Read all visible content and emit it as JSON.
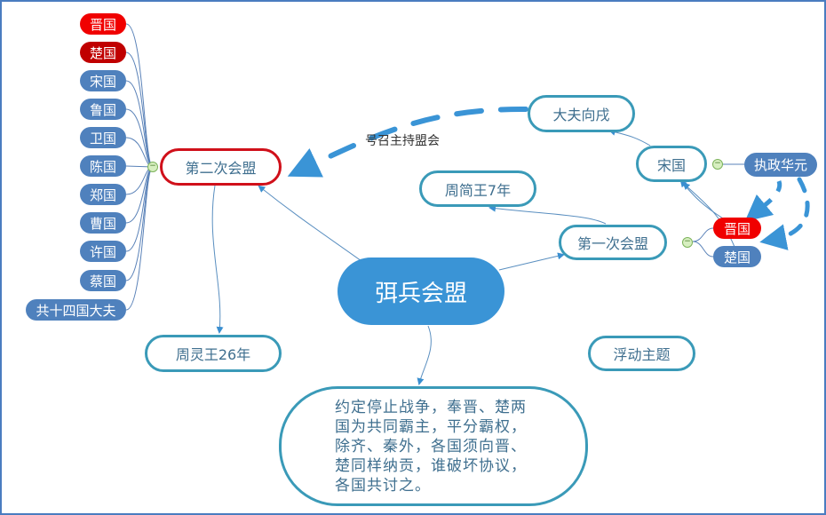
{
  "central": "弭兵会盟",
  "second_meeting": {
    "title": "第二次会盟",
    "states": [
      "晋国",
      "楚国",
      "宋国",
      "鲁国",
      "卫国",
      "陈国",
      "郑国",
      "曹国",
      "许国",
      "蔡国",
      "共十四国大夫"
    ],
    "time": "周灵王26年"
  },
  "first_meeting": {
    "title": "第一次会盟",
    "states": [
      "晋国",
      "楚国"
    ],
    "time": "周简王7年",
    "song": "宋国",
    "song_leader": "执政华元",
    "official": "大夫向戌"
  },
  "relation_label": "号召主持盟会",
  "floating_topic": "浮动主题",
  "content": "约定停止战争，奉晋、楚两国为共同霸主，平分霸权，除齐、秦外，各国须向晋、楚同样纳贡，谁破坏协议，各国共讨之。",
  "colors": {
    "accent": "#3a94d6",
    "pill": "#4f81bd",
    "red": "#f00000",
    "dark_red": "#c00000",
    "border": "#3a9ab8"
  }
}
